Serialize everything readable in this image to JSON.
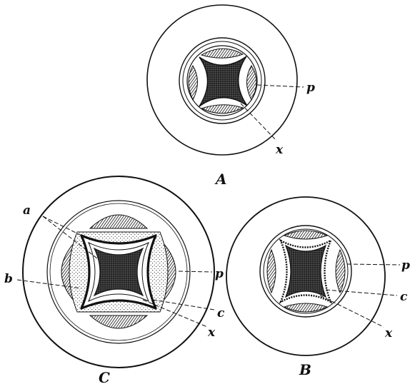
{
  "figure": {
    "panels": [
      {
        "id": "A",
        "caption": "A"
      },
      {
        "id": "B",
        "caption": "B"
      },
      {
        "id": "C",
        "caption": "C"
      }
    ],
    "labels": {
      "p": "p",
      "x": "x",
      "c": "c",
      "a": "a",
      "b": "b"
    },
    "colors": {
      "ink": "#111111",
      "paper": "#ffffff"
    }
  }
}
